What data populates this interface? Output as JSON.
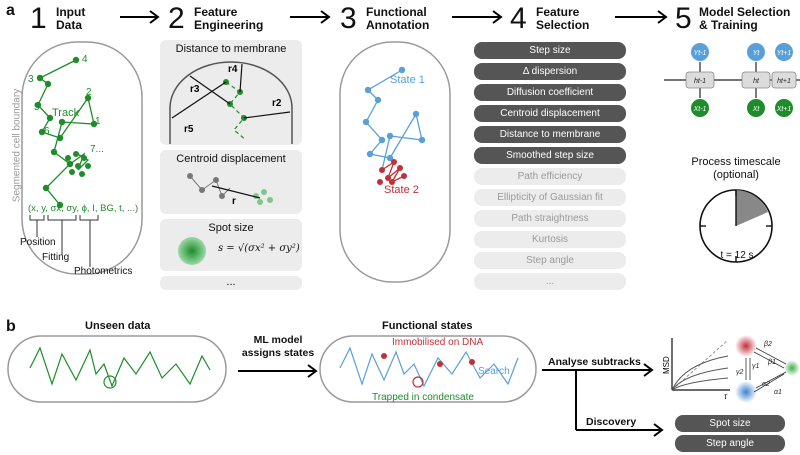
{
  "panel_a": {
    "letter": "a",
    "steps": [
      {
        "num": "1",
        "title": "Input\nData"
      },
      {
        "num": "2",
        "title": "Feature\nEngineering"
      },
      {
        "num": "3",
        "title": "Functional\nAnnotation"
      },
      {
        "num": "4",
        "title": "Feature\nSelection"
      },
      {
        "num": "5",
        "title": "Model Selection\n& Training"
      }
    ],
    "input": {
      "cell_boundary_label": "Segmented cell boundary",
      "track_label": "Track",
      "node_numbers": [
        "1",
        "2",
        "3",
        "4",
        "5",
        "6",
        "7..."
      ],
      "vector_text": "(x, y, σx, σy, ϕ, I, BG, t, ...)",
      "position_label": "Position",
      "fitting_label": "Fitting",
      "photometrics_label": "Photometrics"
    },
    "engineering": {
      "box1_title": "Distance to membrane",
      "r_labels": [
        "r4",
        "r3",
        "r2",
        "r5"
      ],
      "box2_title": "Centroid displacement",
      "r_label": "r",
      "box3_title": "Spot size",
      "spot_formula": "s = √(σx² + σy²)",
      "more": "..."
    },
    "annotation": {
      "state1": "State 1",
      "state2": "State 2"
    },
    "features_dark": [
      "Step size",
      "Δ dispersion",
      "Diffusion coefficient",
      "Centroid displacement",
      "Distance to membrane",
      "Smoothed step size"
    ],
    "features_light": [
      "Path efficiency",
      "Ellipticity of Gaussian fit",
      "Path straightness",
      "Kurtosis",
      "Step angle",
      "..."
    ],
    "model": {
      "y_labels": [
        "Yt-1",
        "Yt",
        "Yt+1"
      ],
      "h_labels": [
        "ht-1",
        "ht",
        "ht+1"
      ],
      "x_labels": [
        "Xt-1",
        "Xt",
        "Xt+1"
      ],
      "timescale_title": "Process timescale\n(optional)",
      "timescale_value": "t = 12 s"
    }
  },
  "panel_b": {
    "letter": "b",
    "unseen_title": "Unseen data",
    "ml_label": "ML model\nassigns states",
    "functional_title": "Functional states",
    "immobilised": "Immobilised on DNA",
    "search": "Search",
    "trapped": "Trapped in condensate",
    "analyse": "Analyse subtracks",
    "discovery": "Discovery",
    "msd_ylabel": "MSD",
    "msd_xlabel": "τ",
    "rates": [
      "β2",
      "γ1",
      "β1",
      "γ2",
      "α2",
      "α1"
    ],
    "discovered": [
      "Spot size",
      "Step angle"
    ]
  },
  "colors": {
    "green_dark": "#1e8c2a",
    "green_light": "#7dc98a",
    "blue": "#5aa0d8",
    "red": "#c0303a",
    "feature_dark": "#555555",
    "feature_light": "#ececec"
  }
}
